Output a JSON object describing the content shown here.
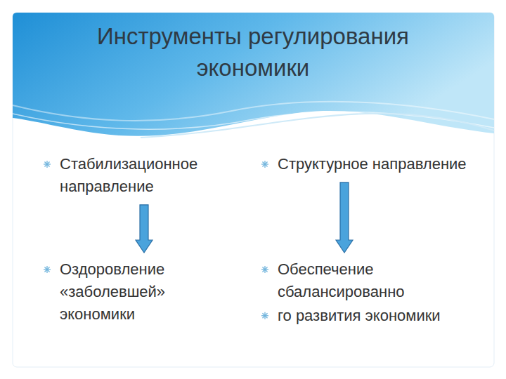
{
  "diagram": {
    "title": "Инструменты регулирования экономики",
    "nodes": [
      {
        "text": [
          "Стабилизационное направление"
        ]
      },
      {
        "text": [
          "Структурное направление"
        ]
      },
      {
        "text": [
          "Оздоровление «заболевшей» экономики"
        ]
      },
      {
        "text": [
          "Обеспечение сбалансированно",
          "го развития экономики"
        ]
      }
    ],
    "edges": [
      {
        "from": 0,
        "to": 2,
        "arrow": "to"
      },
      {
        "from": 1,
        "to": 3,
        "arrow": "to"
      }
    ]
  }
}
